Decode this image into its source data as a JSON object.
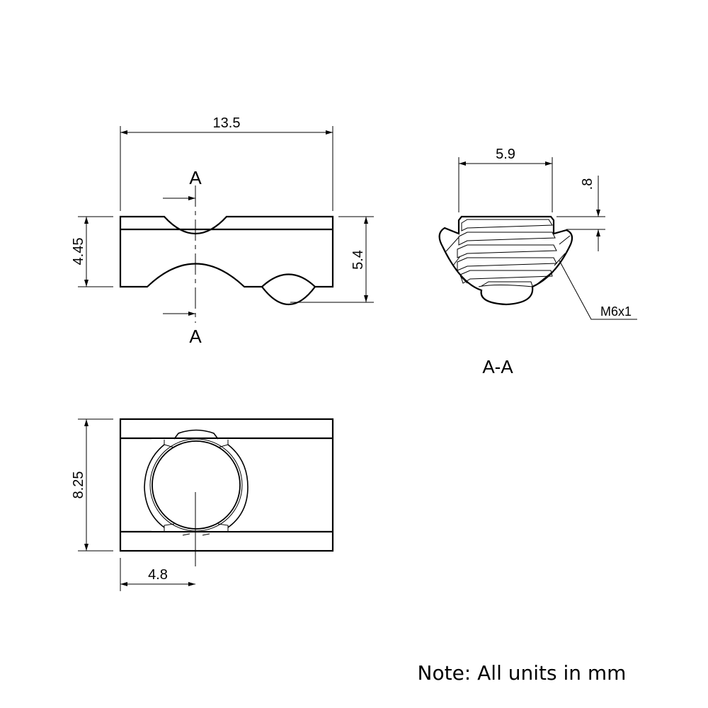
{
  "dimensions": {
    "length": "13.5",
    "height_body": "4.45",
    "height_total": "5.4",
    "width": "8.25",
    "hole_offset": "4.8",
    "thread_width": "5.9",
    "thread_offset": ".8",
    "thread": "M6x1"
  },
  "section": {
    "marker_top": "A",
    "marker_bottom": "A",
    "view_label": "A-A"
  },
  "note": "Note: All units in mm"
}
